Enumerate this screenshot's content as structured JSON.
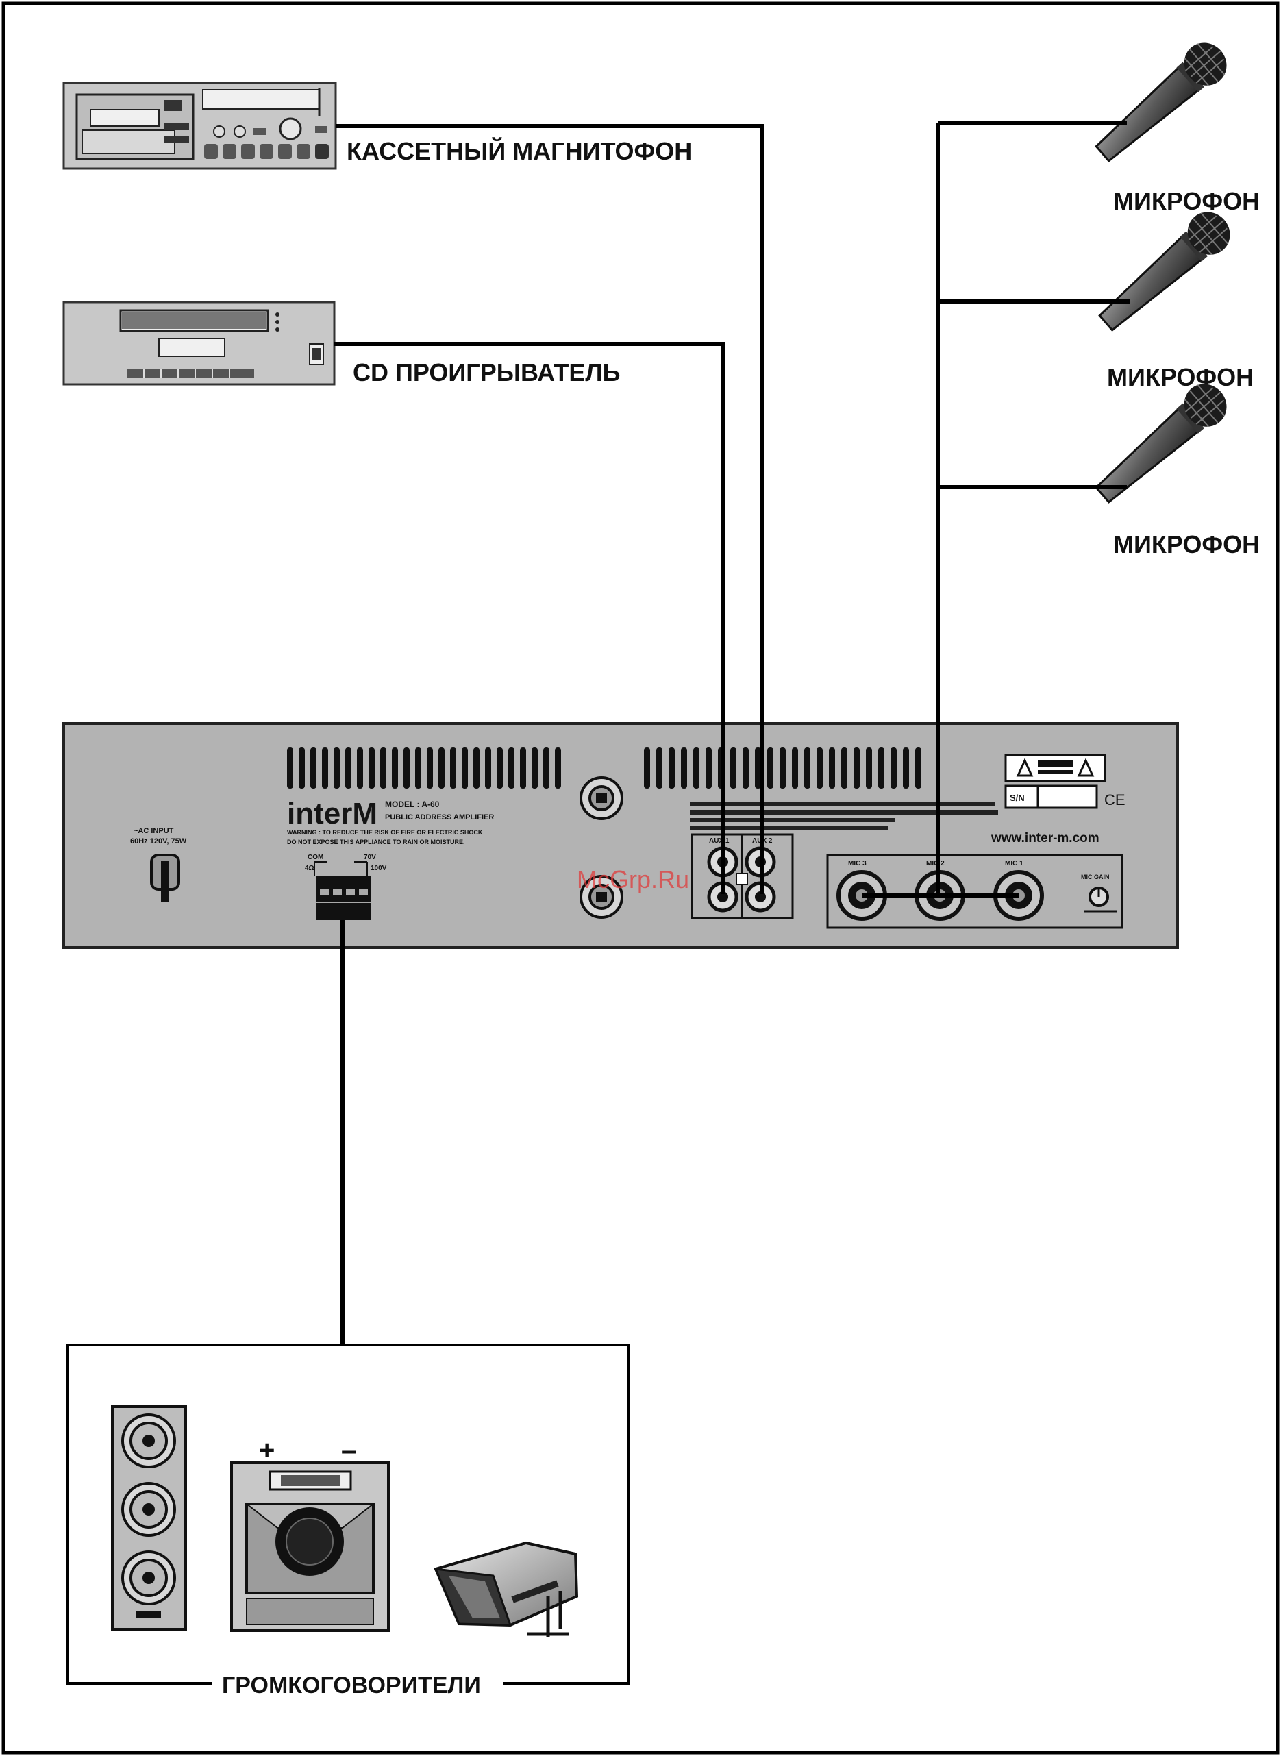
{
  "labels": {
    "cassette": "КАССЕТНЫЙ МАГНИТОФОН",
    "cd": "CD ПРОИГРЫВАТЕЛЬ",
    "mic1": "МИКРОФОН",
    "mic2": "МИКРОФОН",
    "mic3": "МИКРОФОН",
    "speakers": "ГРОМКОГОВОРИТЕЛИ"
  },
  "amplifier": {
    "brand": "interM",
    "model": "MODEL : A-60",
    "description": "PUBLIC ADDRESS AMPLIFIER",
    "ac_input": "~AC INPUT",
    "ac_spec": "60Hz 120V, 75W",
    "warning_line1": "WARNING : TO REDUCE THE RISK OF FIRE OR ELECTRIC SHOCK",
    "warning_line2": "DO NOT EXPOSE THIS APPLIANCE TO RAIN OR MOISTURE.",
    "com": "COM",
    "ohm": "4Ω",
    "v70": "70V",
    "v100": "100V",
    "aux1": "AUX 1",
    "aux2": "AUX 2",
    "mic3_jack": "MIC 3",
    "mic2_jack": "MIC 2",
    "mic1_jack": "MIC 1",
    "mic_gain": "MIC GAIN",
    "sn": "S/N",
    "website": "www.inter-m.com"
  },
  "speaker_terminals": {
    "plus": "+",
    "minus": "–"
  },
  "watermark": "McGrp.Ru"
}
